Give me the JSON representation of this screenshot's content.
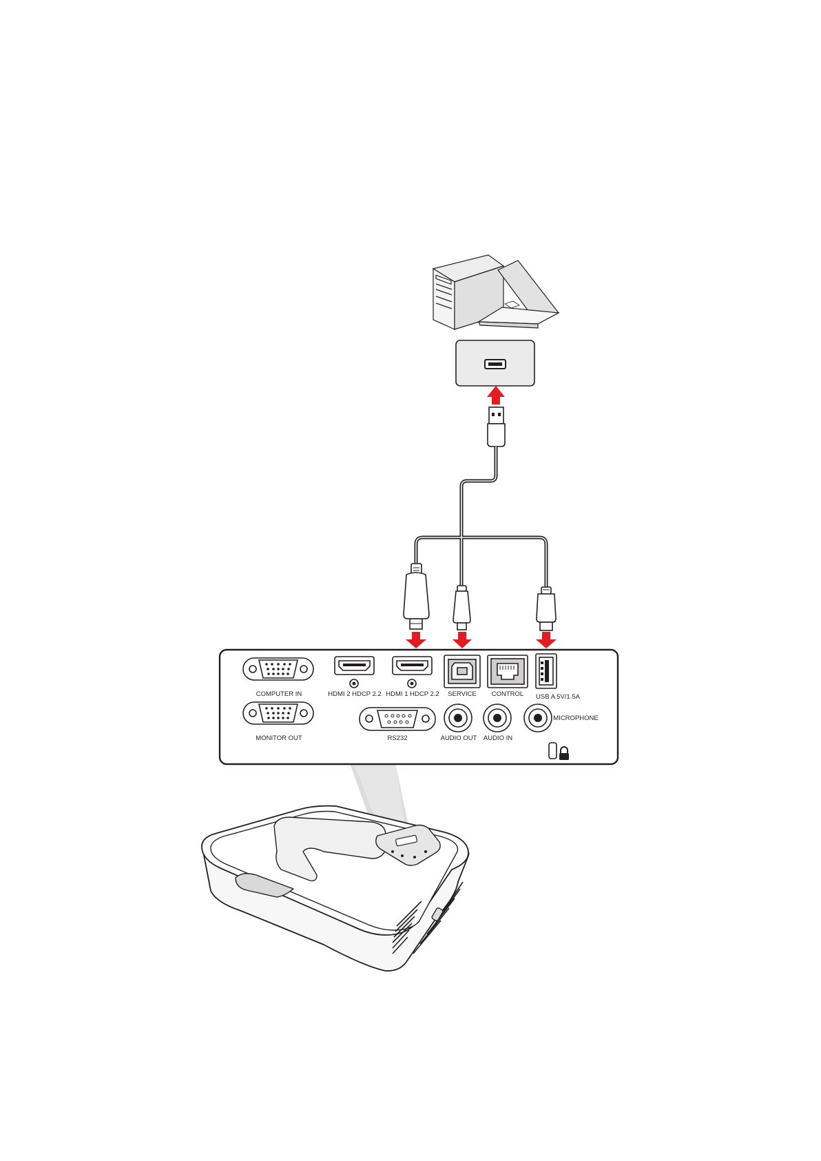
{
  "panel": {
    "ports": {
      "computer_in": "COMPUTER IN",
      "monitor_out": "MONITOR OUT",
      "hdmi2": "HDMI 2 HDCP 2.2",
      "hdmi1": "HDMI 1 HDCP 2.2",
      "service": "SERVICE",
      "control": "CONTROL",
      "usb_a": "USB A 5V/1.5A",
      "rs232": "RS232",
      "audio_out": "AUDIO OUT",
      "audio_in": "AUDIO IN",
      "microphone": "MICROPHONE"
    }
  },
  "cable": {
    "connectors": [
      "HDMI",
      "Micro USB",
      "USB Type A"
    ]
  },
  "colors": {
    "arrow": "#e31b23",
    "outline": "#231f20",
    "panel_fill": "#ffffff",
    "usb_box_fill": "#ebebeb",
    "light_beam": "#dddddd"
  },
  "icons": [
    "computer-tower-icon",
    "laptop-icon",
    "usb-port-icon",
    "kensington-lock-icon",
    "projector-icon"
  ]
}
